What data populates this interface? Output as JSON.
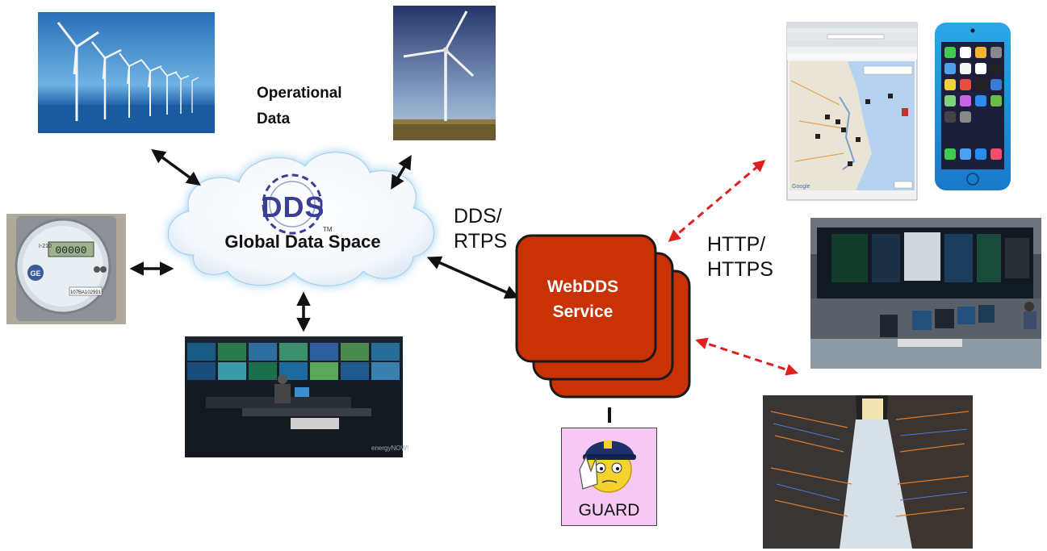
{
  "labels": {
    "operational": "Operational",
    "data": "Data",
    "dds_logo": "DDS",
    "tm": "TM",
    "global_data_space": "Global Data Space",
    "dds_slash": "DDS/",
    "rtps": "RTPS",
    "webdds_line1": "WebDDS",
    "webdds_line2": "Service",
    "http_slash": "HTTP/",
    "https": "HTTPS",
    "guard": "GUARD",
    "energynow": "energyNOW!",
    "meter_display": "00000",
    "meter_brand": "GE",
    "meter_model": "I-210",
    "meter_serial": "107BA102991",
    "google": "Google"
  },
  "colors": {
    "webdds_fill": "#c83205",
    "webdds_stroke": "#1a1a1a",
    "guard_fill": "#f6c9f4",
    "cloud_glow": "#7fc6ef",
    "dds_logo": "#3a3f95",
    "arrow_black": "#111111",
    "arrow_red": "#e02020"
  },
  "icons": {
    "wind_turbines_offshore": "wind-farm-photo",
    "wind_turbine_single": "wind-turbine-photo",
    "smart_meter": "smart-meter-photo",
    "control_room_dark": "control-room-photo",
    "map_browser": "map-browser-screenshot",
    "smartphone": "smartphone-photo",
    "control_room_large": "control-room-photo",
    "server_aisle": "datacenter-photo",
    "guard_emoji": "police-guard-icon"
  }
}
